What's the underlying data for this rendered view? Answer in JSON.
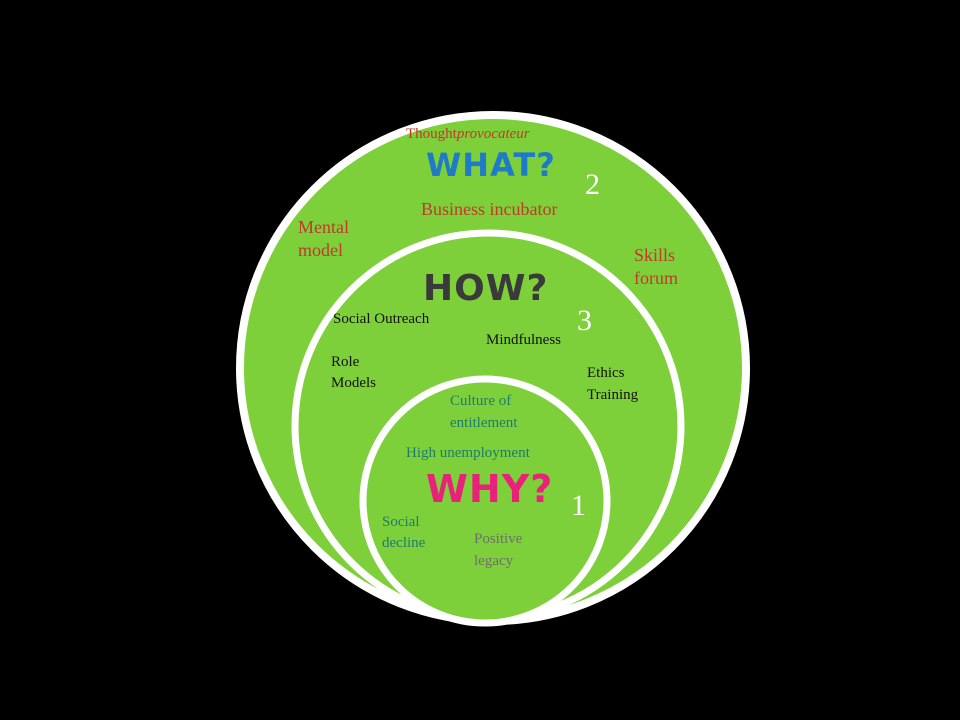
{
  "colors": {
    "background": "#000000",
    "circle_fill": "#7ED03A",
    "circle_stroke": "#FFFFFF",
    "what": "#1F7BC8",
    "how": "#3A3A3A",
    "why": "#E8217A",
    "outer_text": "#C0392B",
    "middle_text": "#111111",
    "inner_text": "#1E7C6E",
    "inner_grey": "#6E6E6E",
    "numbers": "#FFFFFF"
  },
  "outer": {
    "top_label_plain": "Thought",
    "top_label_italic": "provocateur",
    "heading": "WHAT?",
    "number": "2",
    "sub_label": "Business incubator",
    "left_label_1": "Mental",
    "left_label_2": "model",
    "right_label_1": "Skills",
    "right_label_2": "forum"
  },
  "middle": {
    "heading": "HOW?",
    "number": "3",
    "label_social_outreach": "Social Outreach",
    "label_mindfulness": "Mindfulness",
    "label_role_1": "Role",
    "label_role_2": "Models",
    "label_ethics_1": "Ethics",
    "label_ethics_2": "Training"
  },
  "inner": {
    "heading": "WHY?",
    "number": "1",
    "label_culture_1": "Culture of",
    "label_culture_2": "entitlement",
    "label_unemployment": "High unemployment",
    "label_social_1": "Social",
    "label_social_2": "decline",
    "label_legacy_1": "Positive",
    "label_legacy_2": "legacy"
  }
}
